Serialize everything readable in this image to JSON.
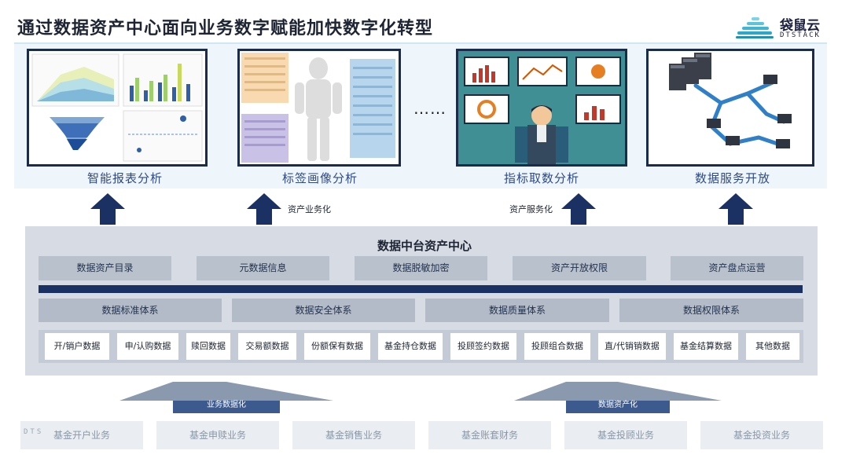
{
  "title": "通过数据资产中心面向业务数字赋能加快数字化转型",
  "logo": {
    "name": "袋鼠云",
    "sub": "DTSTACK"
  },
  "apps": [
    {
      "label": "智能报表分析",
      "icon": "dashboard-charts-illustration"
    },
    {
      "label": "标签画像分析",
      "icon": "tag-profile-illustration"
    },
    {
      "label": "指标取数分析",
      "icon": "metrics-wall-illustration"
    },
    {
      "label": "数据服务开放",
      "icon": "server-network-illustration"
    }
  ],
  "ellipsis": "……",
  "flow_notes": {
    "left": "资产业务化",
    "right": "资产服务化"
  },
  "center": {
    "title": "数据中台资产中心",
    "capabilities": [
      "数据资产目录",
      "元数据信息",
      "数据脱敏加密",
      "资产开放权限",
      "资产盘点运营"
    ],
    "standards": [
      "数据标准体系",
      "数据安全体系",
      "数据质量体系",
      "数据权限体系"
    ],
    "data_items": [
      "开/销户数据",
      "申/认购数据",
      "赎回数据",
      "交易额数据",
      "份额保有数据",
      "基金持仓数据",
      "投顾签约数据",
      "投顾组合数据",
      "直/代销销数据",
      "基金结算数据",
      "其他数据"
    ]
  },
  "bottom_labels": {
    "left": "业务数据化",
    "right": "数据资产化"
  },
  "business": [
    "基金开户业务",
    "基金申赎业务",
    "基金销售业务",
    "基金账套财务",
    "基金投顾业务",
    "基金投资业务"
  ],
  "watermark": "DTS",
  "colors": {
    "navy": "#1c3163",
    "label_blue": "#2f4a88",
    "panel": "#d6dbe4",
    "band": "#eef6fc"
  }
}
